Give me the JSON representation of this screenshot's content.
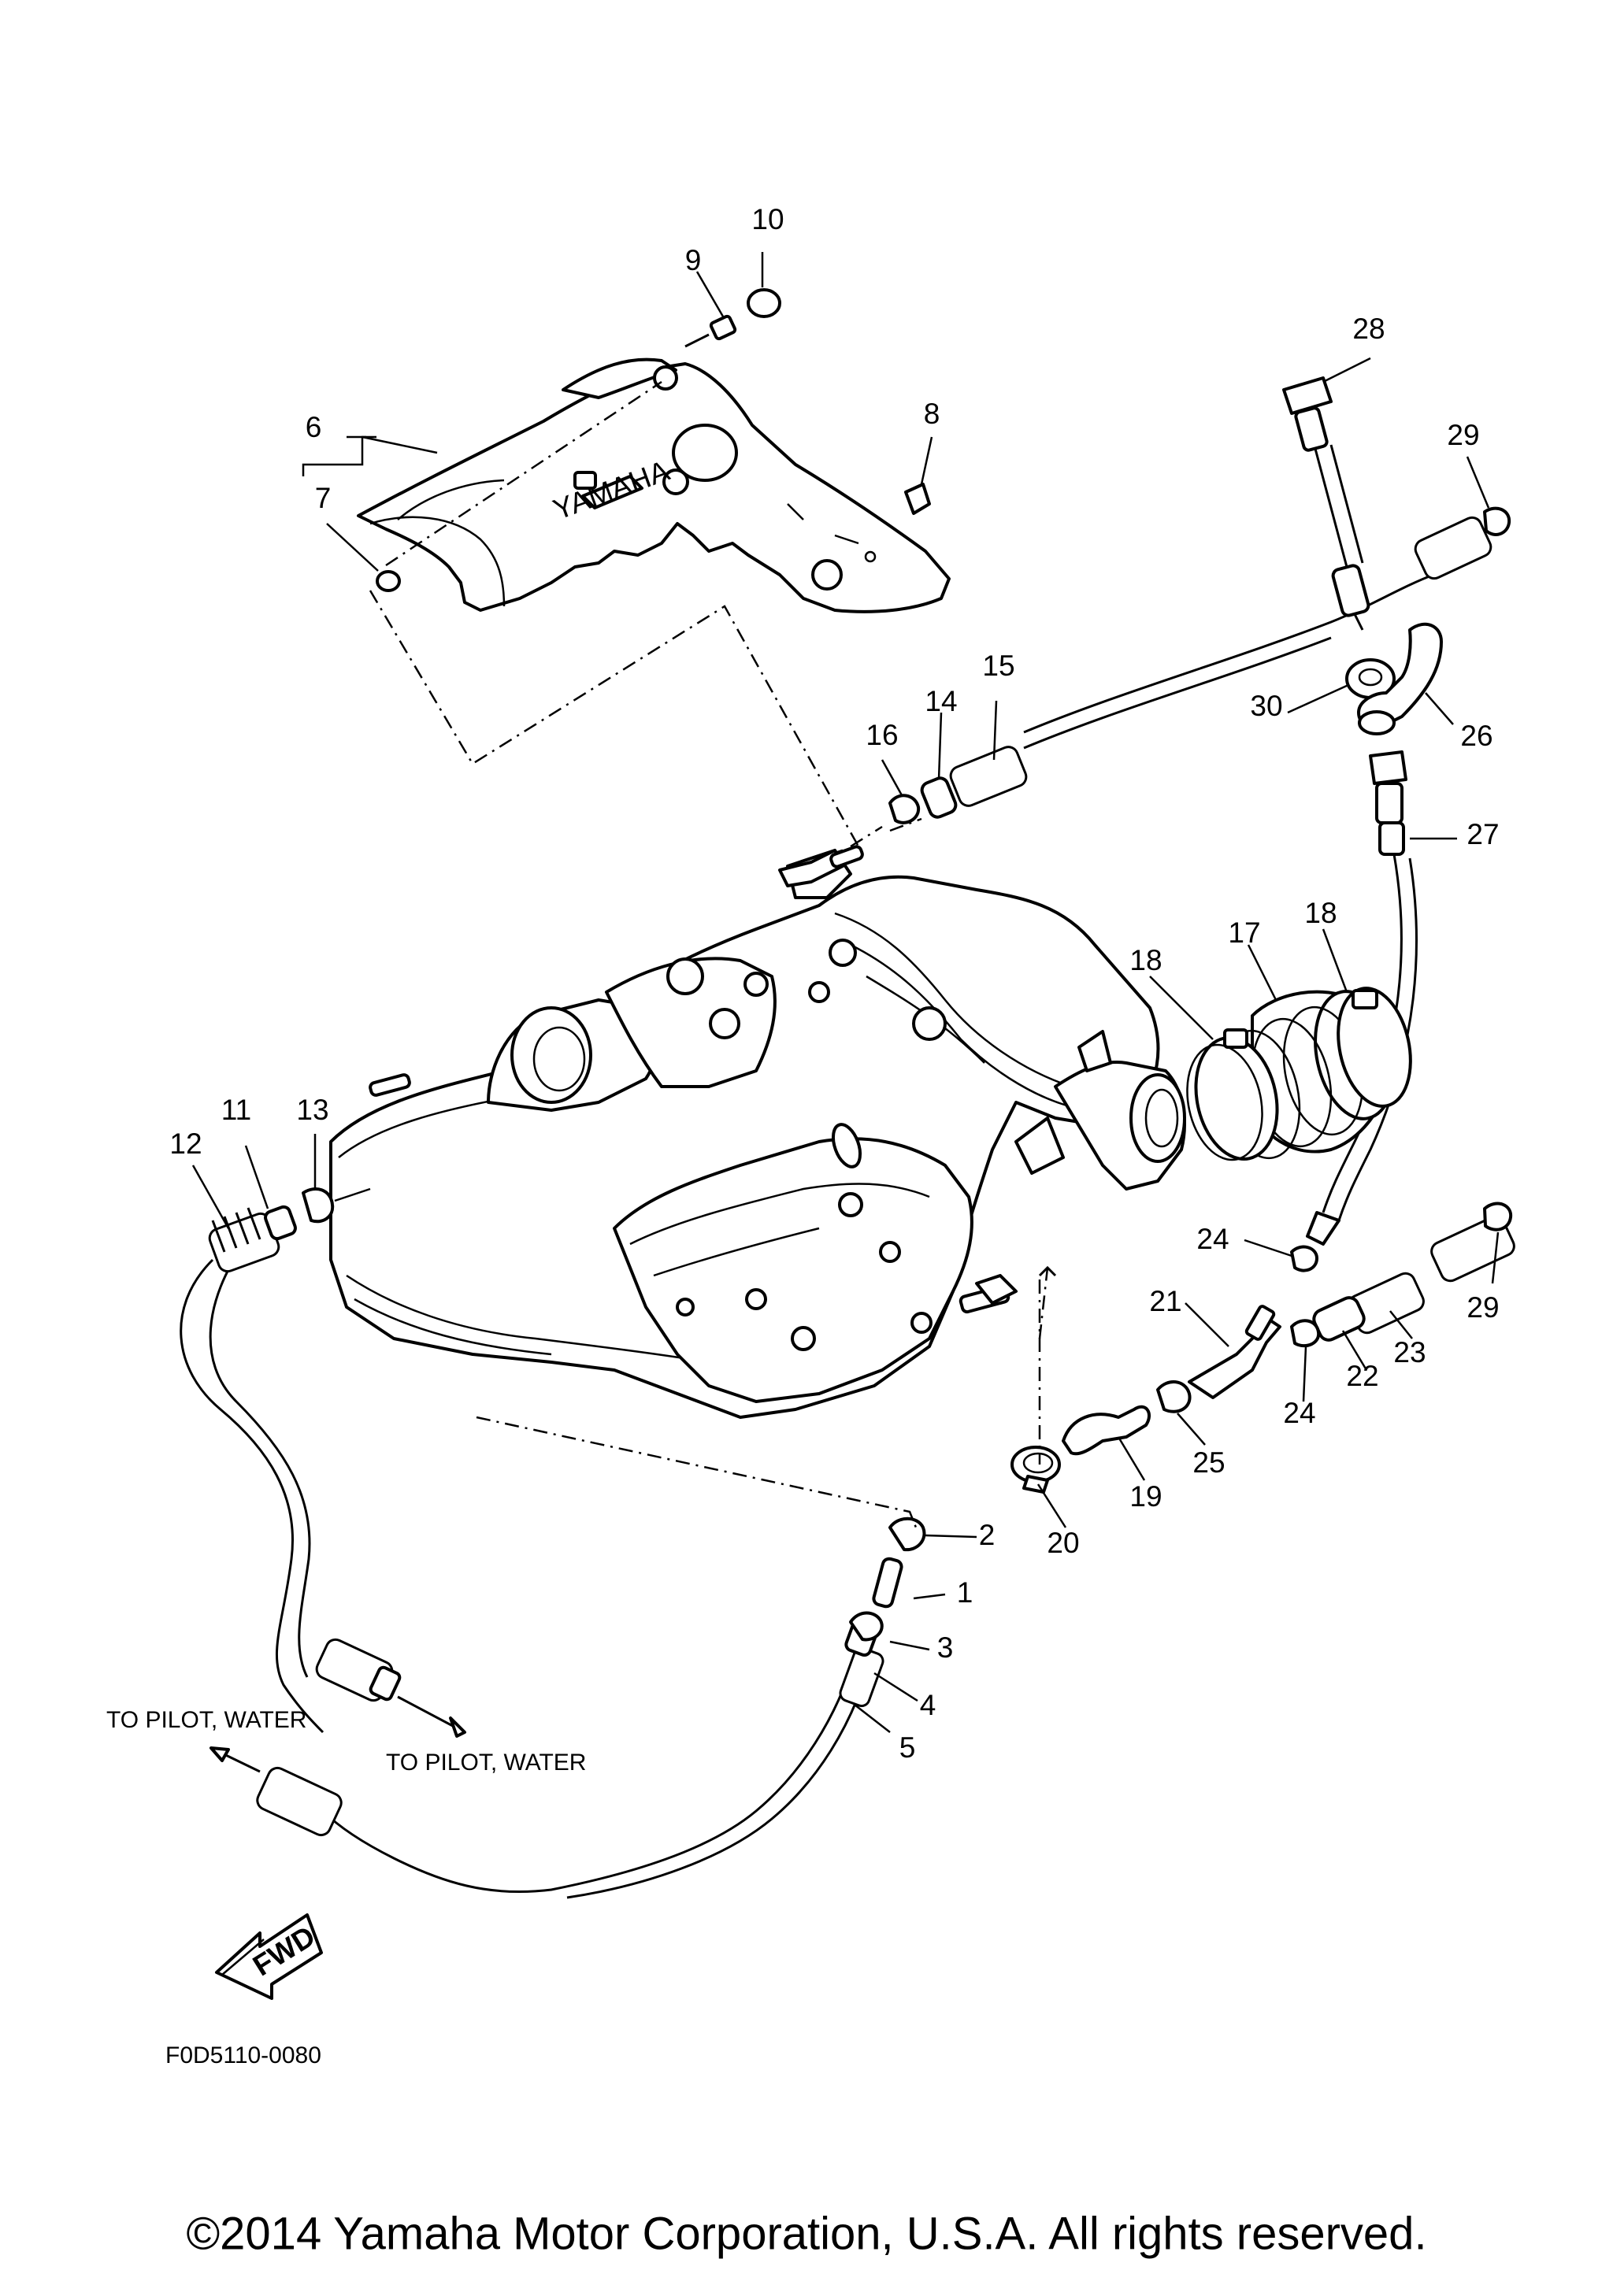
{
  "callouts": [
    {
      "id": "1",
      "text": "1"
    },
    {
      "id": "2",
      "text": "2"
    },
    {
      "id": "3",
      "text": "3"
    },
    {
      "id": "4",
      "text": "4"
    },
    {
      "id": "5",
      "text": "5"
    },
    {
      "id": "6",
      "text": "6"
    },
    {
      "id": "7",
      "text": "7"
    },
    {
      "id": "8",
      "text": "8"
    },
    {
      "id": "9",
      "text": "9"
    },
    {
      "id": "10",
      "text": "10"
    },
    {
      "id": "11",
      "text": "11"
    },
    {
      "id": "12",
      "text": "12"
    },
    {
      "id": "13",
      "text": "13"
    },
    {
      "id": "14",
      "text": "14"
    },
    {
      "id": "15",
      "text": "15"
    },
    {
      "id": "16",
      "text": "16"
    },
    {
      "id": "17",
      "text": "17"
    },
    {
      "id": "18a",
      "text": "18"
    },
    {
      "id": "18b",
      "text": "18"
    },
    {
      "id": "19",
      "text": "19"
    },
    {
      "id": "20",
      "text": "20"
    },
    {
      "id": "21",
      "text": "21"
    },
    {
      "id": "22",
      "text": "22"
    },
    {
      "id": "23",
      "text": "23"
    },
    {
      "id": "24a",
      "text": "24"
    },
    {
      "id": "24b",
      "text": "24"
    },
    {
      "id": "25",
      "text": "25"
    },
    {
      "id": "26",
      "text": "26"
    },
    {
      "id": "27",
      "text": "27"
    },
    {
      "id": "28",
      "text": "28"
    },
    {
      "id": "29a",
      "text": "29"
    },
    {
      "id": "29b",
      "text": "29"
    },
    {
      "id": "30",
      "text": "30"
    }
  ],
  "notes": {
    "to_pilot_left": "TO PILOT, WATER",
    "to_pilot_right": "TO PILOT, WATER",
    "fwd": "FWD",
    "brand": "YAMAHA"
  },
  "figure_code": "F0D5110-0080",
  "copyright": "©2014 Yamaha Motor Corporation, U.S.A. All rights reserved."
}
